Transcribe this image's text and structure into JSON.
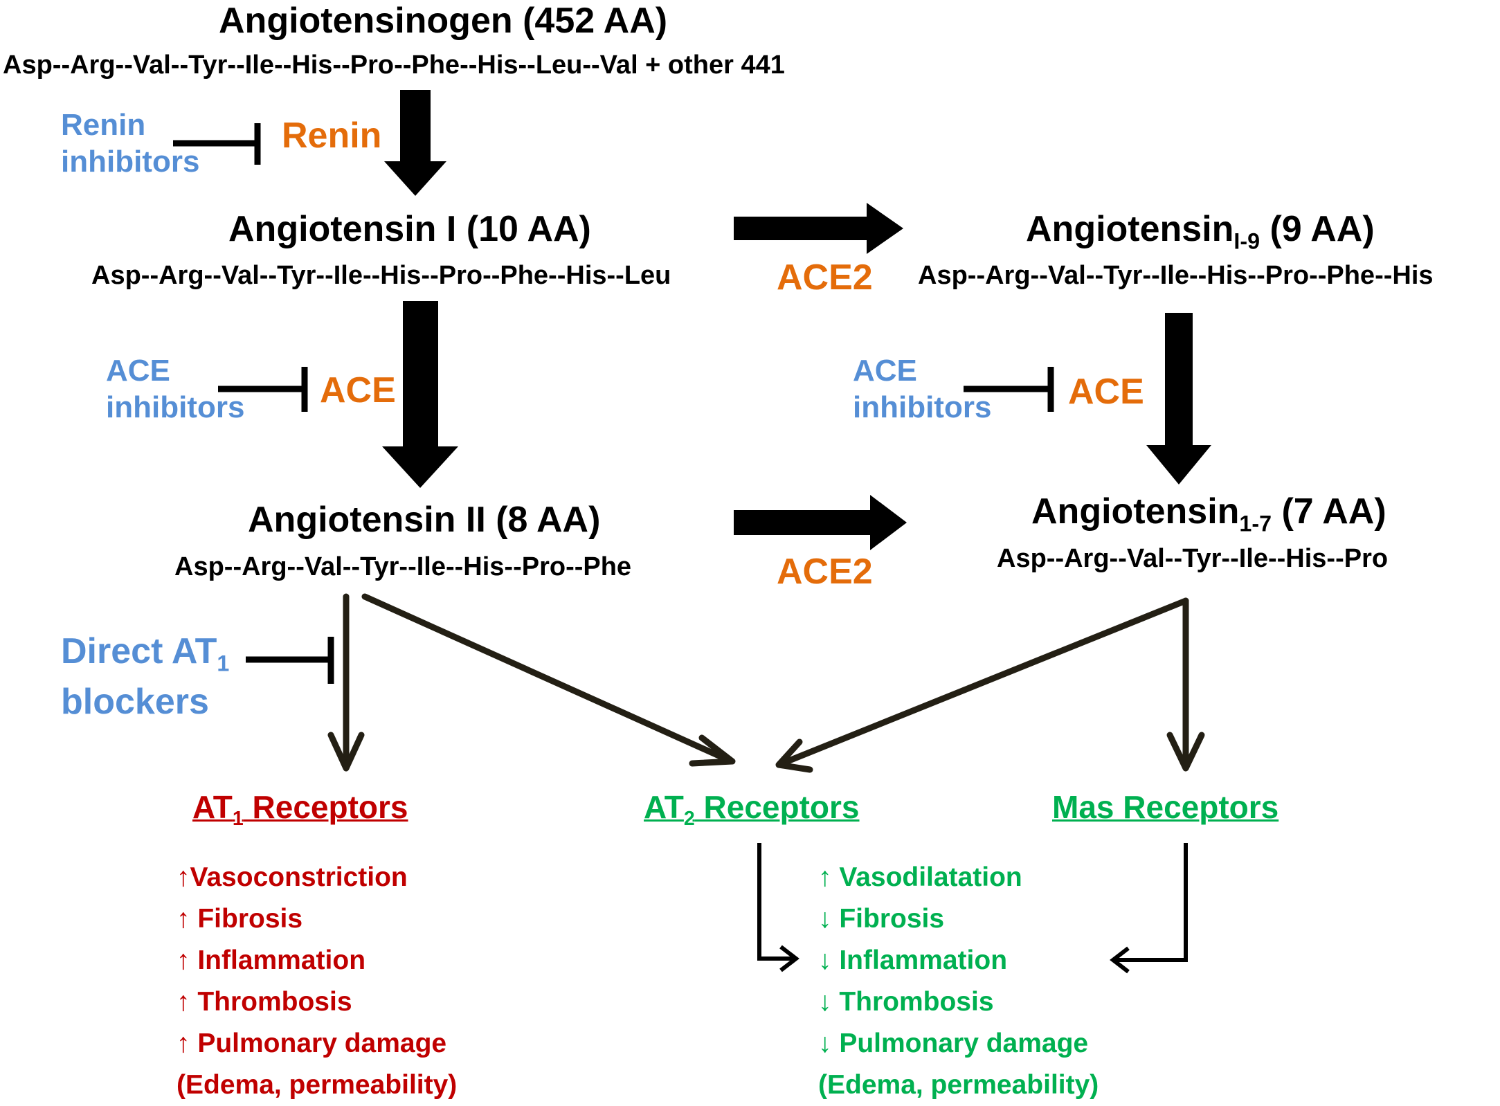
{
  "angiotensinogen": {
    "title": "Angiotensinogen (452 AA)",
    "sequence": "Asp--Arg--Val--Tyr--Ile--His--Pro--Phe--His--Leu--Val  + other 441"
  },
  "angiotensin_1": {
    "title": "Angiotensin I (10 AA)",
    "sequence": "Asp--Arg--Val--Tyr--Ile--His--Pro--Phe--His--Leu"
  },
  "angiotensin_1_9": {
    "name": "Angiotensin",
    "subscript": "I-9",
    "suffix": " (9 AA)",
    "sequence": "Asp--Arg--Val--Tyr--Ile--His--Pro--Phe--His"
  },
  "angiotensin_2": {
    "title": "Angiotensin II (8 AA)",
    "sequence": "Asp--Arg--Val--Tyr--Ile--His--Pro--Phe"
  },
  "angiotensin_1_7": {
    "name": "Angiotensin",
    "subscript": "1-7",
    "suffix": " (7 AA)",
    "sequence": "Asp--Arg--Val--Tyr--Ile--His--Pro"
  },
  "enzymes": {
    "renin": "Renin",
    "ace_left": "ACE",
    "ace_right": "ACE",
    "ace2_top": "ACE2",
    "ace2_bottom": "ACE2"
  },
  "inhibitors": {
    "renin": "Renin\ninhibitors",
    "ace_left": "ACE\ninhibitors",
    "ace_right": "ACE\ninhibitors",
    "at1_line1": "Direct AT",
    "at1_sub": "1",
    "at1_line2": "blockers"
  },
  "receptors": {
    "at1_prefix": "AT",
    "at1_sub": "1",
    "at1_suffix": " Receptors",
    "at2_prefix": "AT",
    "at2_sub": "2",
    "at2_suffix": " Receptors",
    "mas": "Mas Receptors"
  },
  "at1_effects": [
    "↑Vasoconstriction",
    "↑ Fibrosis",
    "↑ Inflammation",
    "↑ Thrombosis",
    "↑ Pulmonary  damage",
    "(Edema, permeability)"
  ],
  "protective_effects": [
    "↑ Vasodilatation",
    "↓ Fibrosis",
    "↓ Inflammation",
    "↓ Thrombosis",
    "↓ Pulmonary  damage",
    "(Edema, permeability)"
  ],
  "colors": {
    "text": "#000000",
    "enzyme": "#e46c0a",
    "inhibitor": "#558ed5",
    "harmful": "#c00000",
    "protective": "#00b050",
    "arrow": "#231f14"
  }
}
